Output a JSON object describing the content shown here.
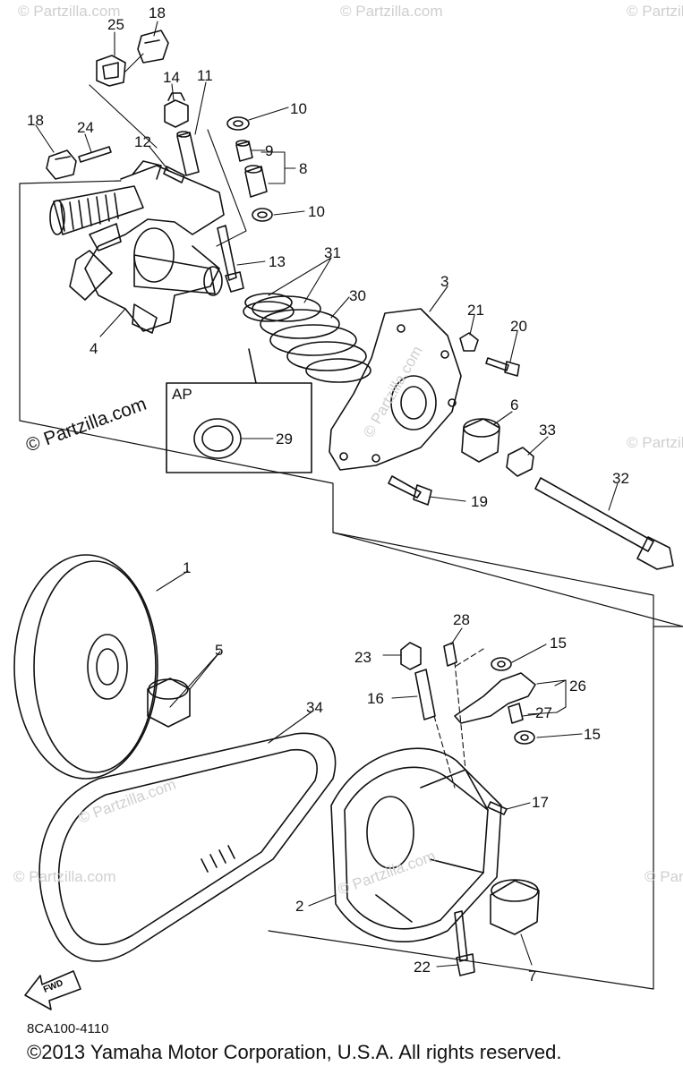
{
  "watermarks": {
    "main": "© Partzilla.com",
    "faint": "© Partzilla.com"
  },
  "inset": {
    "label": "AP"
  },
  "fwd_label": "FWD",
  "part_number": "8CA100-4110",
  "copyright": "©2013 Yamaha Motor Corporation, U.S.A. All rights reserved.",
  "callouts": {
    "c1": "1",
    "c2": "2",
    "c3": "3",
    "c4": "4",
    "c5": "5",
    "c6": "6",
    "c7": "7",
    "c8": "8",
    "c9": "9",
    "c10a": "10",
    "c10b": "10",
    "c11": "11",
    "c12": "12",
    "c13": "13",
    "c14": "14",
    "c15a": "15",
    "c15b": "15",
    "c16": "16",
    "c17": "17",
    "c18a": "18",
    "c18b": "18",
    "c19": "19",
    "c20": "20",
    "c21": "21",
    "c22": "22",
    "c23": "23",
    "c24": "24",
    "c25": "25",
    "c26": "26",
    "c27": "27",
    "c28": "28",
    "c29": "29",
    "c30": "30",
    "c31": "31",
    "c32": "32",
    "c33": "33",
    "c34": "34"
  }
}
